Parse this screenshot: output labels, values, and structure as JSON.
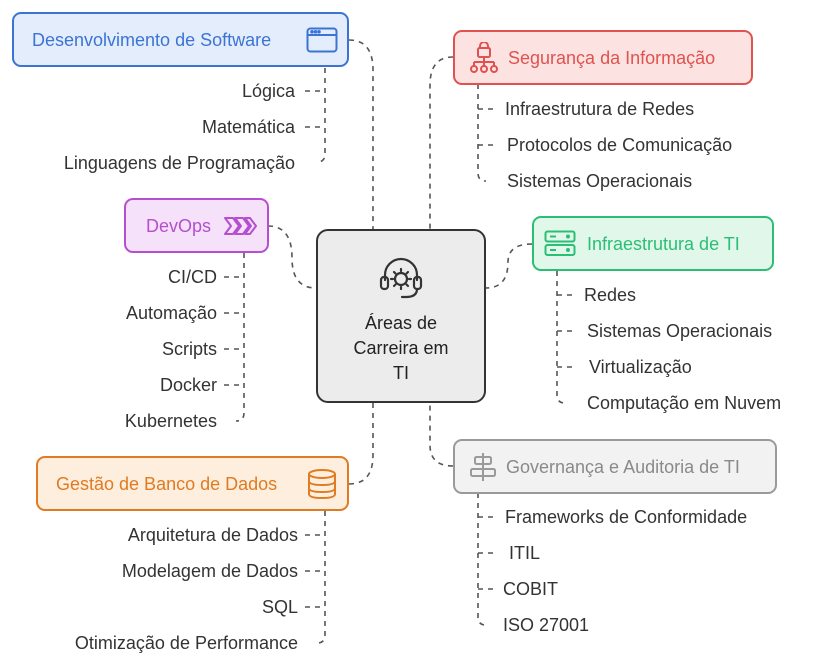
{
  "center": {
    "title_lines": [
      "Áreas de",
      "Carreira em",
      "TI"
    ],
    "icon": "headset-gear-icon"
  },
  "branches": {
    "software": {
      "label": "Desenvolvimento de Software",
      "icon": "browser-window-icon",
      "color": "#3c74d6",
      "fill": "#e3edfb",
      "items": [
        "Lógica",
        "Matemática",
        "Linguagens de Programação"
      ]
    },
    "devops": {
      "label": "DevOps",
      "icon": "chevrons-right-icon",
      "color": "#b54fd0",
      "fill": "#f5e1f9",
      "items": [
        "CI/CD",
        "Automação",
        "Scripts",
        "Docker",
        "Kubernetes"
      ]
    },
    "database": {
      "label": "Gestão de Banco de Dados",
      "icon": "database-icon",
      "color": "#e07b22",
      "fill": "#fdeedd",
      "items": [
        "Arquitetura de Dados",
        "Modelagem de Dados",
        "SQL",
        "Otimização de Performance"
      ]
    },
    "security": {
      "label": "Segurança da Informação",
      "icon": "lock-network-icon",
      "color": "#e0524f",
      "fill": "#fce3e2",
      "items": [
        "Infraestrutura de Redes",
        "Protocolos de Comunicação",
        "Sistemas Operacionais"
      ]
    },
    "infra": {
      "label": "Infraestrutura de TI",
      "icon": "server-icon",
      "color": "#2bbf76",
      "fill": "#e0f7ea",
      "items": [
        "Redes",
        "Sistemas Operacionais",
        "Virtualização",
        "Computação em Nuvem"
      ]
    },
    "governance": {
      "label": "Governança e Auditoria de TI",
      "icon": "align-center-icon",
      "color": "#9a9a9a",
      "fill": "#f2f2f2",
      "items": [
        "Frameworks de Conformidade",
        "ITIL",
        "COBIT",
        "ISO 27001"
      ]
    }
  }
}
